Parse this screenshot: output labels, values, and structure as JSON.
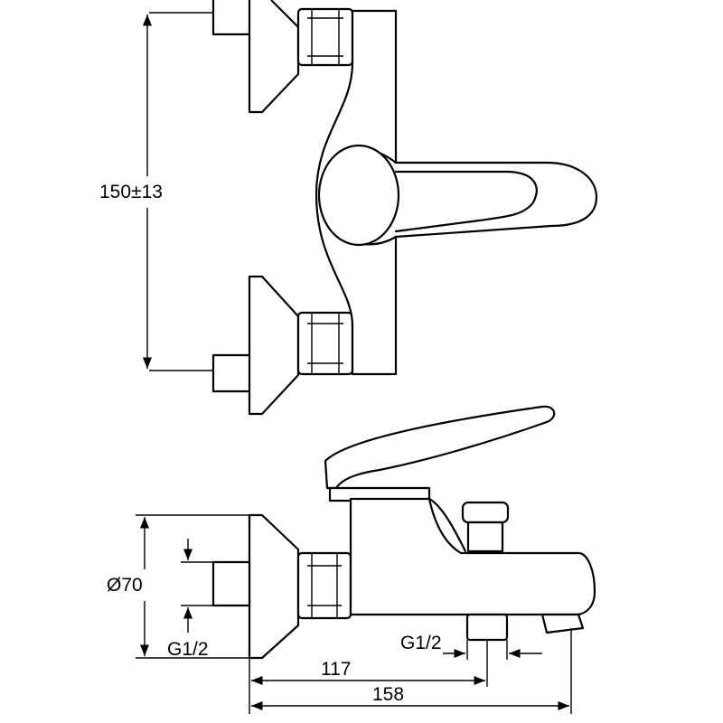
{
  "dimensions": {
    "height_spacing": "150±13",
    "diameter": "Ø70",
    "thread_supply": "G1/2",
    "thread_outlet": "G1/2",
    "projection_outlet": "117",
    "projection_total": "158"
  }
}
